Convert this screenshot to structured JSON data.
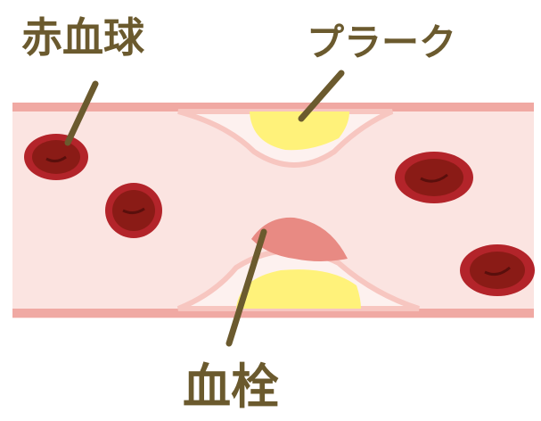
{
  "labels": {
    "red_blood_cell": "赤血球",
    "plaque": "プラーク",
    "thrombus": "血栓"
  },
  "colors": {
    "vessel_wall": "#f0a9a3",
    "vessel_lumen": "#fbe4e1",
    "plaque_yellow": "#fff27a",
    "plaque_outline": "#f7c6c0",
    "red_cell_outer": "#b3242a",
    "red_cell_inner": "#8a1b16",
    "thrombus": "#e88a83",
    "label_text": "#6b5a2e",
    "pointer": "#6b5a2e"
  }
}
